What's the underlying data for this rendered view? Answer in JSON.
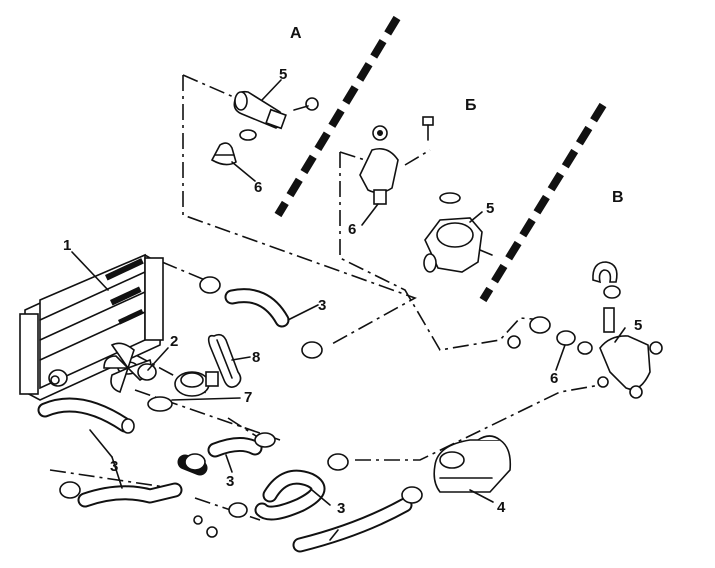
{
  "sections": {
    "a": "А",
    "b": "Б",
    "c": "В"
  },
  "callouts": {
    "n1": "1",
    "n2": "2",
    "n3a": "3",
    "n3b": "3",
    "n3c": "3",
    "n3d": "3",
    "n4": "4",
    "n5a": "5",
    "n5b": "5",
    "n5c": "5",
    "n6a": "6",
    "n6b": "6",
    "n6c": "6",
    "n7": "7",
    "n8": "8"
  }
}
